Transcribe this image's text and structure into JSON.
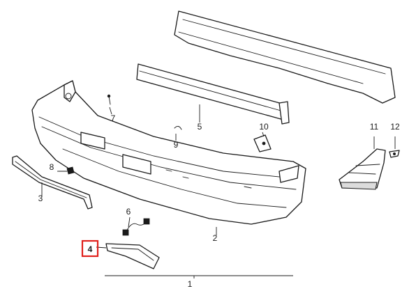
{
  "diagram": {
    "callouts": [
      {
        "id": "c1",
        "label": "1"
      },
      {
        "id": "c2",
        "label": "2"
      },
      {
        "id": "c3",
        "label": "3"
      },
      {
        "id": "c4",
        "label": "4",
        "highlighted": true
      },
      {
        "id": "c5",
        "label": "5"
      },
      {
        "id": "c6",
        "label": "6"
      },
      {
        "id": "c7",
        "label": "7"
      },
      {
        "id": "c8",
        "label": "8"
      },
      {
        "id": "c9",
        "label": "9"
      },
      {
        "id": "c10",
        "label": "10"
      },
      {
        "id": "c11",
        "label": "11"
      },
      {
        "id": "c12",
        "label": "12"
      }
    ],
    "highlight_color": "#e0201b",
    "line_color": "#1a1a1a"
  }
}
